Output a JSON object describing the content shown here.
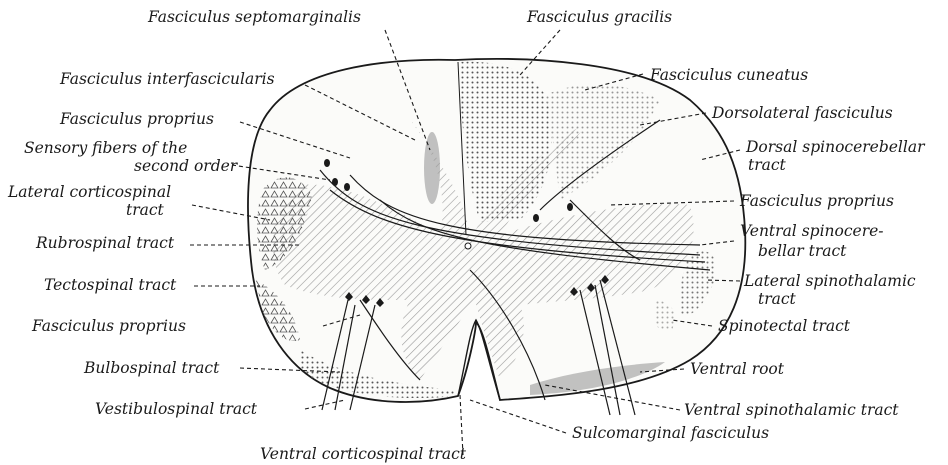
{
  "labels": {
    "fasciculus_septomarginalis": "Fasciculus septomarginalis",
    "fasciculus_gracilis": "Fasciculus gracilis",
    "fasciculus_interfascicularis": "Fasciculus interfascicularis",
    "fasciculus_cuneatus": "Fasciculus cuneatus",
    "fasciculus_proprius_dorsal": "Fasciculus proprius",
    "dorsolateral_fasciculus": "Dorsolateral fasciculus",
    "sensory_fibers_line1": "Sensory fibers of the",
    "sensory_fibers_line2": "second order",
    "dorsal_spinocerebellar_line1": "Dorsal spinocerebellar",
    "dorsal_spinocerebellar_line2": "tract",
    "lateral_corticospinal_line1": "Lateral corticospinal",
    "lateral_corticospinal_line2": "tract",
    "fasciculus_proprius_right": "Fasciculus proprius",
    "rubrospinal_tract": "Rubrospinal tract",
    "ventral_spinocerebellar_line1": "Ventral spinocere-",
    "ventral_spinocerebellar_line2": "bellar tract",
    "tectospinal_tract": "Tectospinal tract",
    "lateral_spinothalamic_line1": "Lateral spinothalamic",
    "lateral_spinothalamic_line2": "tract",
    "fasciculus_proprius_ventral": "Fasciculus proprius",
    "spinotectal_tract": "Spinotectal tract",
    "bulbospinal_tract": "Bulbospinal tract",
    "ventral_root": "Ventral root",
    "vestibulospinal_tract": "Vestibulospinal tract",
    "ventral_spinothalamic_tract": "Ventral spinothalamic tract",
    "sulcomarginal_fasciculus": "Sulcomarginal fasciculus",
    "ventral_corticospinal_tract": "Ventral corticospinal tract"
  },
  "colors": {
    "ink": "#1a1a1a",
    "gray_matter": "#cfcfcf",
    "tract_shading": "#8c8c8c",
    "background": "#ffffff"
  }
}
